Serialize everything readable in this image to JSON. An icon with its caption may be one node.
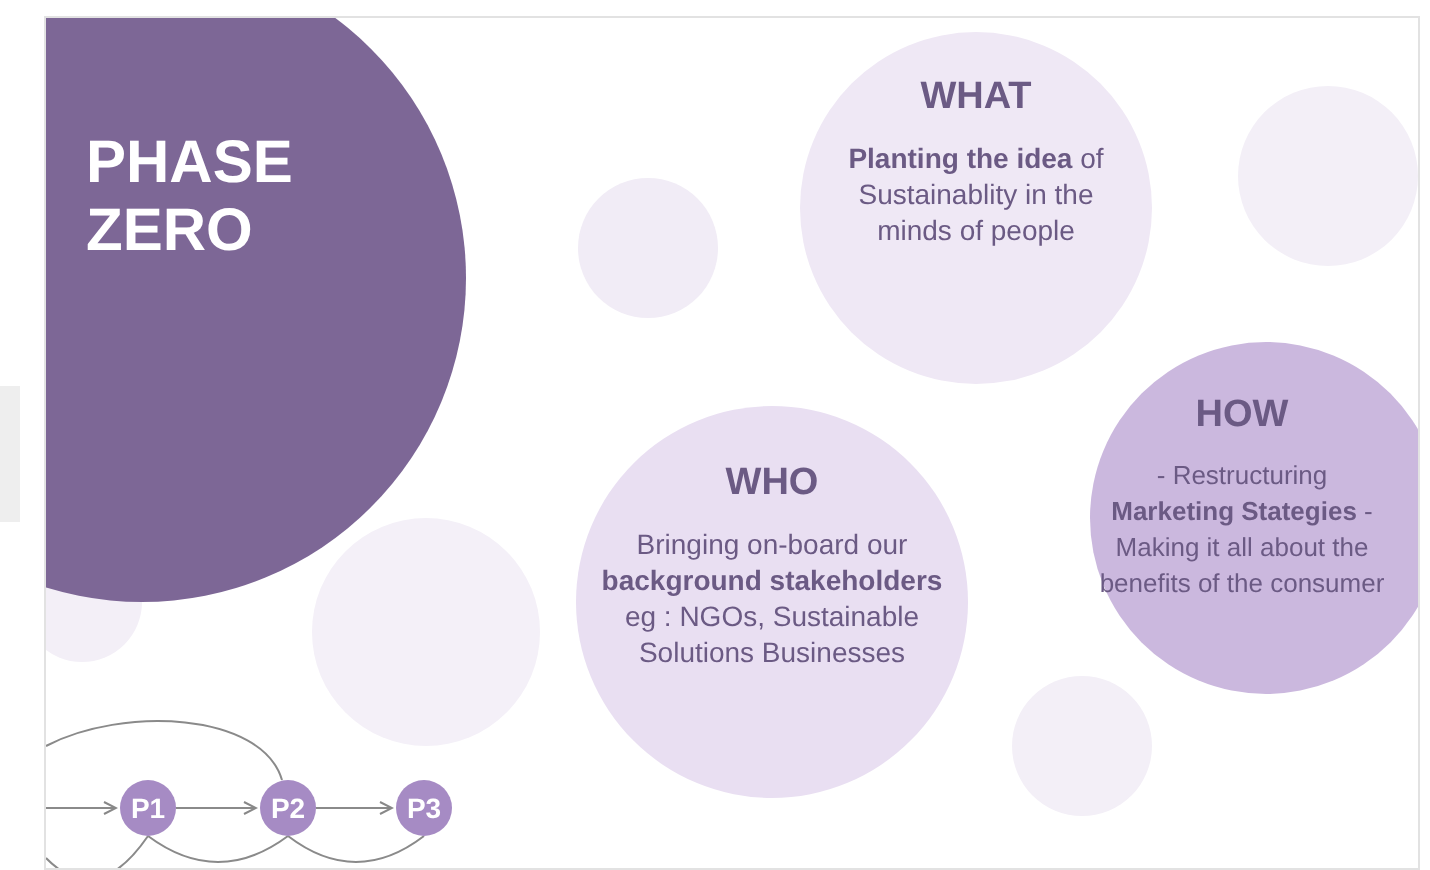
{
  "diagram": {
    "nodes": [
      {
        "text": [
          "PHASE ZERO"
        ]
      },
      {
        "text": [
          "WHAT",
          "**Planting the idea** of Sustainablity in the minds of people"
        ]
      },
      {
        "text": [
          "WHO",
          "Bringing on-board our **background stakeholders** eg : NGOs, Sustainable Solutions Businesses"
        ]
      },
      {
        "text": [
          "HOW",
          "- Restructuring **Marketing Stategies** - Making it all about the benefits of the consumer"
        ]
      },
      {
        "text": [
          "P1"
        ]
      },
      {
        "text": [
          "P2"
        ]
      },
      {
        "text": [
          "P3"
        ]
      }
    ],
    "edges": [
      {
        "from": null,
        "to": 4,
        "arrow": "to"
      },
      {
        "from": 4,
        "to": 5,
        "arrow": "to"
      },
      {
        "from": 5,
        "to": 6,
        "arrow": "to"
      },
      {
        "from": null,
        "to": 5,
        "arrow": "none"
      },
      {
        "from": null,
        "to": 4,
        "arrow": "none"
      },
      {
        "from": 4,
        "to": 5,
        "arrow": "none"
      },
      {
        "from": 5,
        "to": 6,
        "arrow": "none"
      }
    ]
  }
}
